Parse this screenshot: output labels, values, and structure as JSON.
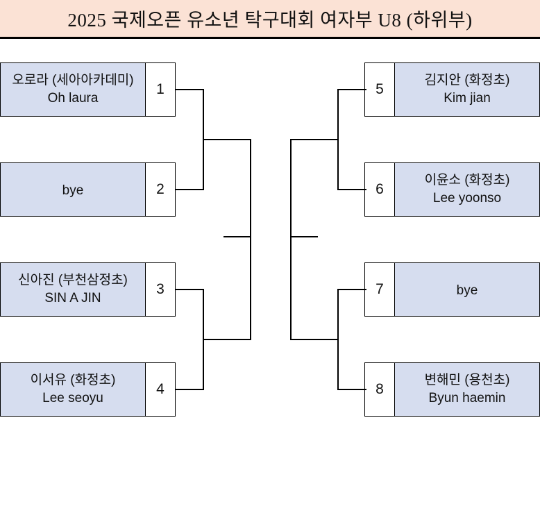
{
  "header": {
    "title": "2025 국제오픈 유소년 탁구대회 여자부 U8 (하위부)",
    "band_color": "#fbe2d5"
  },
  "bracket": {
    "type": "single-elimination",
    "rounds": 3,
    "slot_fill_color": "#d6ddef",
    "line_color": "#000000",
    "left_entries": [
      {
        "seed": "1",
        "name_ko": "오로라 (세아아카데미)",
        "name_en": "Oh laura"
      },
      {
        "seed": "2",
        "name_ko": "",
        "name_en": "bye"
      },
      {
        "seed": "3",
        "name_ko": "신아진 (부천삼정초)",
        "name_en": "SIN A JIN"
      },
      {
        "seed": "4",
        "name_ko": "이서유 (화정초)",
        "name_en": "Lee seoyu"
      }
    ],
    "right_entries": [
      {
        "seed": "5",
        "name_ko": "김지안 (화정초)",
        "name_en": "Kim jian"
      },
      {
        "seed": "6",
        "name_ko": "이윤소 (화정초)",
        "name_en": "Lee yoonso"
      },
      {
        "seed": "7",
        "name_ko": "",
        "name_en": "bye"
      },
      {
        "seed": "8",
        "name_ko": "변해민 (용천초)",
        "name_en": "Byun haemin"
      }
    ]
  }
}
